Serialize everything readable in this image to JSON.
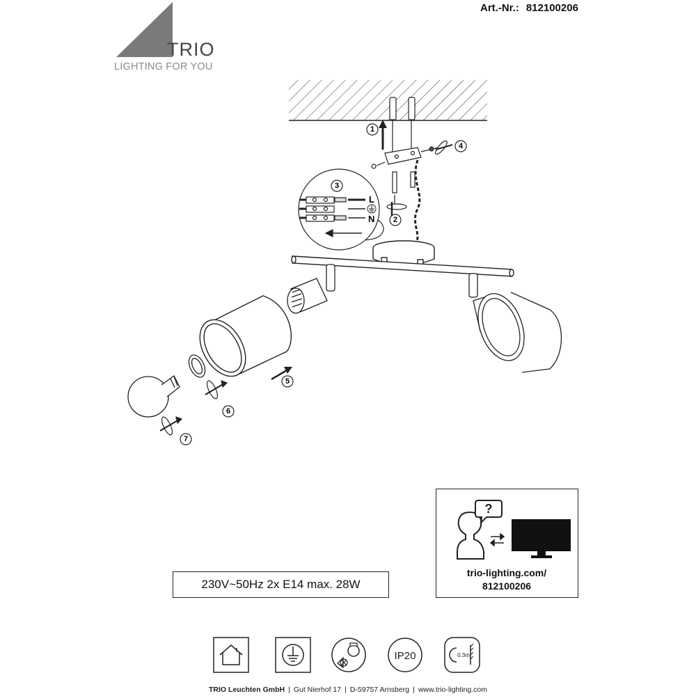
{
  "header": {
    "art_label": "Art.-Nr.:",
    "art_number": "812100206"
  },
  "brand": {
    "name": "TRIO",
    "tagline": "LIGHTING FOR YOU",
    "accent_color": "#7a7a7a"
  },
  "assembly_steps": {
    "s1": "1",
    "s2": "2",
    "s3": "3",
    "s4": "4",
    "s5": "5",
    "s6": "6",
    "s7": "7"
  },
  "terminal": {
    "live": "L",
    "neutral": "N",
    "earth_icon": "earth-icon"
  },
  "specs": {
    "text": "230V~50Hz  2x E14 max. 28W"
  },
  "support": {
    "question_mark": "?",
    "url_line1": "trio-lighting.com/",
    "url_line2": "812100206"
  },
  "symbols": [
    {
      "name": "indoor-use-icon"
    },
    {
      "name": "protection-class-earth-icon"
    },
    {
      "name": "no-halogen-icon"
    },
    {
      "name": "ip-rating-icon",
      "label": "IP20"
    },
    {
      "name": "min-distance-icon",
      "label": "0.3m"
    }
  ],
  "footer": {
    "company": "TRIO Leuchten GmbH",
    "street": "Gut Nierhof 17",
    "city": "D-59757 Arnsberg",
    "web": "www.trio-lighting.com"
  }
}
